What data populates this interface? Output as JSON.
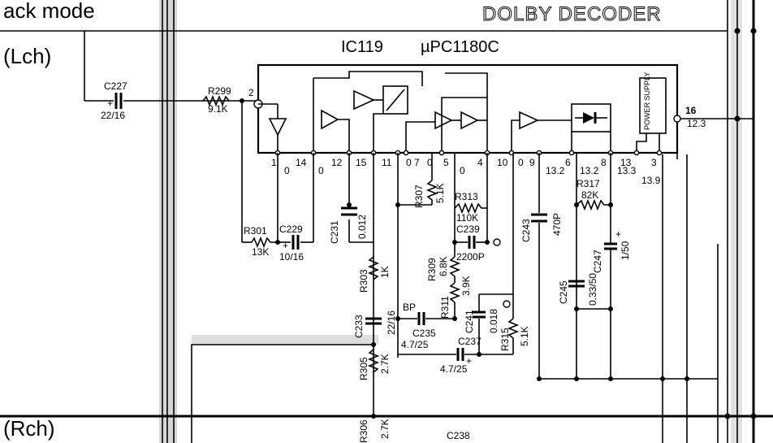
{
  "header": {
    "mode_text": "ack mode",
    "section_title": "DOLBY DECODER",
    "lch": "(Lch)",
    "rch": "(Rch)"
  },
  "ic": {
    "ref": "IC119",
    "part": "µPC1180C",
    "power_supply": "POWER SUPPLY"
  },
  "pins": {
    "p1": "1",
    "p2": "2",
    "p3": "3",
    "p4": "4",
    "p5": "5",
    "p6": "6",
    "p7": "7",
    "p8": "8",
    "p9": "9",
    "p10": "10",
    "p11": "11",
    "p12": "12",
    "p13": "13",
    "p14": "14",
    "p15": "15",
    "p16": "16",
    "zero": "0"
  },
  "voltages": {
    "v16": "12.3",
    "v6": "13.2",
    "v8": "13.2",
    "v13": "13.3",
    "v3": "13.9"
  },
  "components": {
    "c227": "C227",
    "c227_val": "22/16",
    "r299": "R299",
    "r299_val": "9.1K",
    "r301": "R301",
    "r301_val": "13K",
    "c229": "C229",
    "c229_val": "10/16",
    "c231": "C231",
    "c231_val": "0.012",
    "r307": "R307",
    "r307_val": "5.1K",
    "r313": "R313",
    "r313_val": "110K",
    "c239": "C239",
    "c239_val": "2200P",
    "c243": "C243",
    "c243_val": "470P",
    "r317": "R317",
    "r317_val": "82K",
    "c247": "C247",
    "c247_val": "1/50",
    "c245": "C245",
    "c245_val": "0.33/50",
    "r303": "R303",
    "r303_val": "1K",
    "r309": "R309",
    "r309_val": "6.8K",
    "r311": "R311",
    "r311_val": "3.9K",
    "c241": "C241",
    "c241_val": "0.018",
    "r315": "R315",
    "r315_val": "5.1K",
    "c233": "C233",
    "c233_val": "22/16",
    "c235": "C235",
    "c235_val": "4.7/25",
    "c237": "C237",
    "c237_val": "4.7/25",
    "bp": "BP",
    "r305": "R305",
    "r305_val": "2.7K",
    "r306": "R306",
    "r306_val": "2.7K",
    "c238": "C238",
    "plus": "+"
  }
}
